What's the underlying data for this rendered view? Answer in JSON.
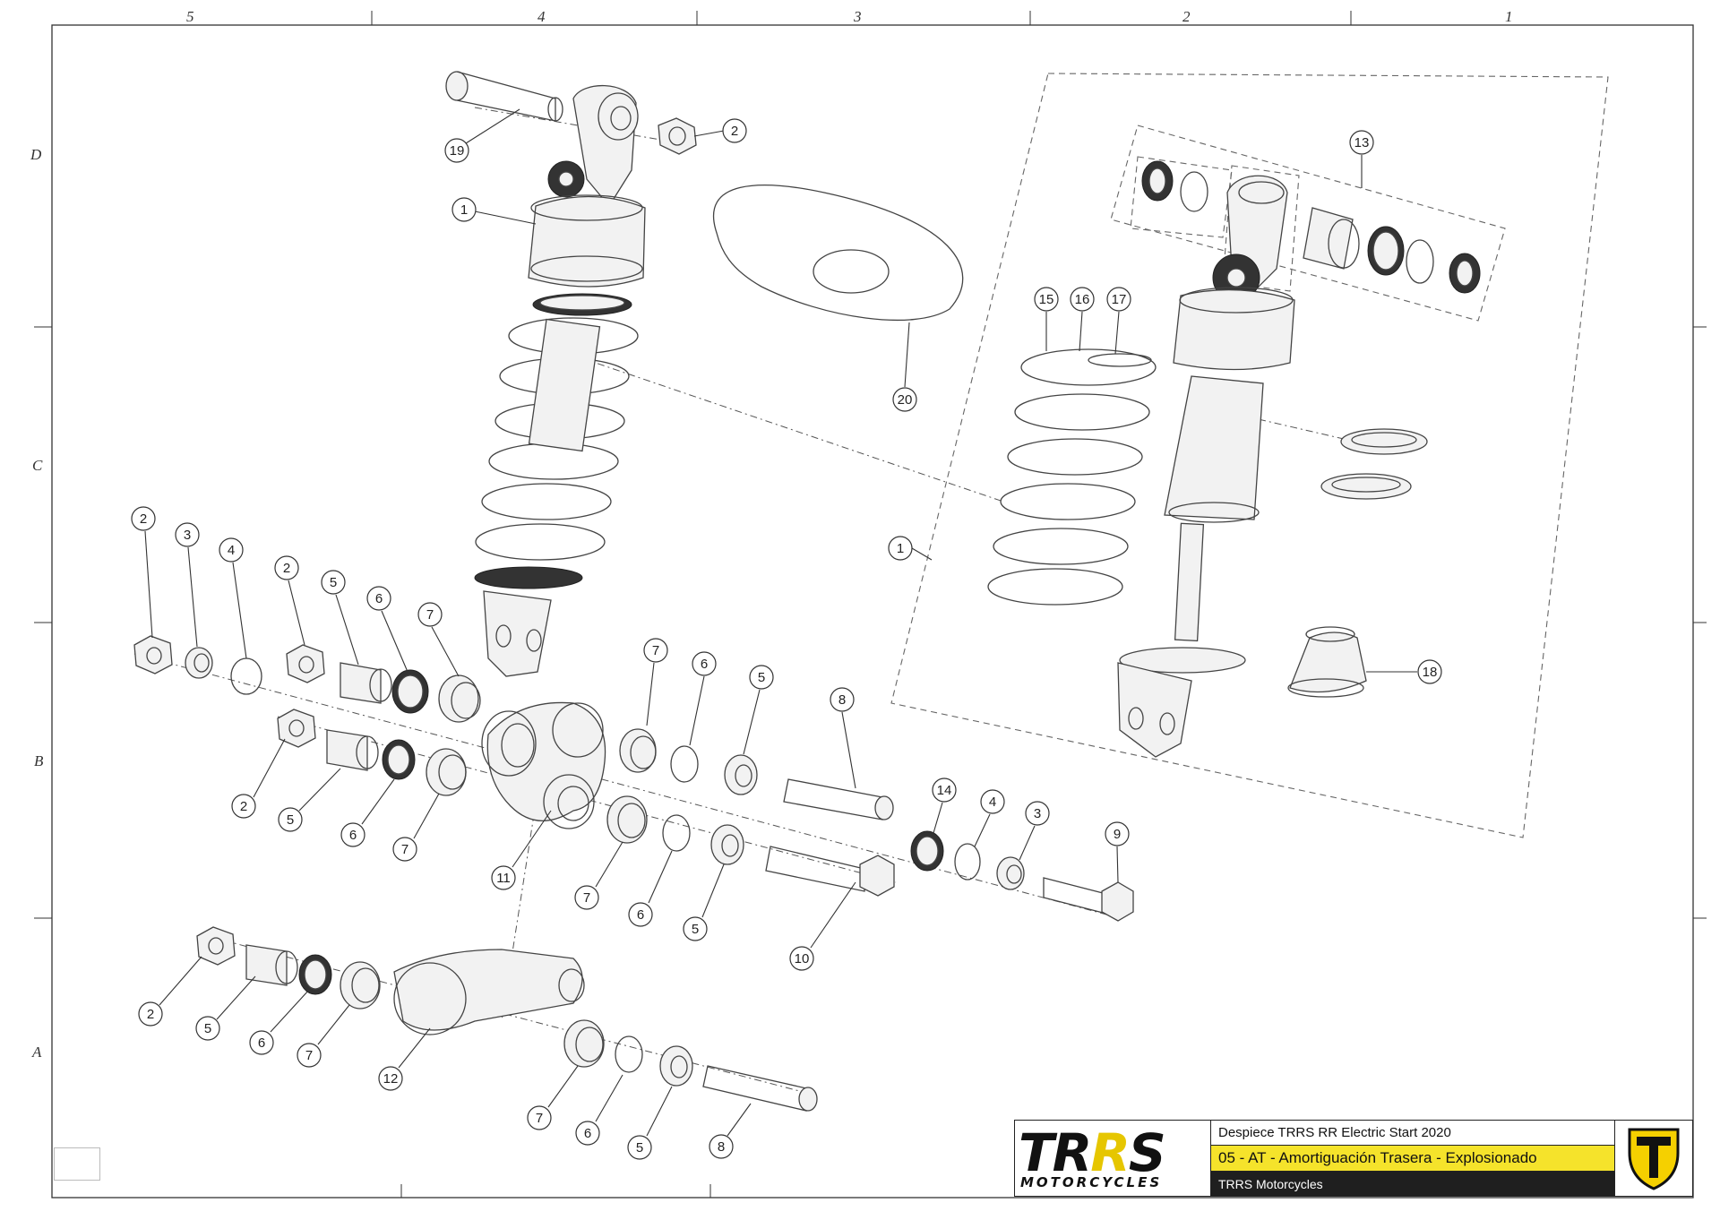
{
  "grid": {
    "columns": [
      "5",
      "4",
      "3",
      "2",
      "1"
    ],
    "rows": [
      "D",
      "C",
      "B",
      "A"
    ]
  },
  "callouts": [
    {
      "id": "c19",
      "label": "19"
    },
    {
      "id": "c2a",
      "label": "2"
    },
    {
      "id": "c1a",
      "label": "1"
    },
    {
      "id": "c20",
      "label": "20"
    },
    {
      "id": "c13",
      "label": "13"
    },
    {
      "id": "c15",
      "label": "15"
    },
    {
      "id": "c16",
      "label": "16"
    },
    {
      "id": "c17",
      "label": "17"
    },
    {
      "id": "c1b",
      "label": "1"
    },
    {
      "id": "c18",
      "label": "18"
    },
    {
      "id": "c2b",
      "label": "2"
    },
    {
      "id": "c3a",
      "label": "3"
    },
    {
      "id": "c4a",
      "label": "4"
    },
    {
      "id": "c2c",
      "label": "2"
    },
    {
      "id": "c5a",
      "label": "5"
    },
    {
      "id": "c6a",
      "label": "6"
    },
    {
      "id": "c7a",
      "label": "7"
    },
    {
      "id": "c7b",
      "label": "7"
    },
    {
      "id": "c6b",
      "label": "6"
    },
    {
      "id": "c5b",
      "label": "5"
    },
    {
      "id": "c8a",
      "label": "8"
    },
    {
      "id": "c2d",
      "label": "2"
    },
    {
      "id": "c5c",
      "label": "5"
    },
    {
      "id": "c6c",
      "label": "6"
    },
    {
      "id": "c7c",
      "label": "7"
    },
    {
      "id": "c11",
      "label": "11"
    },
    {
      "id": "c7d",
      "label": "7"
    },
    {
      "id": "c6d",
      "label": "6"
    },
    {
      "id": "c5d",
      "label": "5"
    },
    {
      "id": "c10",
      "label": "10"
    },
    {
      "id": "c14",
      "label": "14"
    },
    {
      "id": "c4b",
      "label": "4"
    },
    {
      "id": "c3b",
      "label": "3"
    },
    {
      "id": "c9",
      "label": "9"
    },
    {
      "id": "c2e",
      "label": "2"
    },
    {
      "id": "c5e",
      "label": "5"
    },
    {
      "id": "c6e",
      "label": "6"
    },
    {
      "id": "c7e",
      "label": "7"
    },
    {
      "id": "c12",
      "label": "12"
    },
    {
      "id": "c7f",
      "label": "7"
    },
    {
      "id": "c6f",
      "label": "6"
    },
    {
      "id": "c5f",
      "label": "5"
    },
    {
      "id": "c8b",
      "label": "8"
    }
  ],
  "title_block": {
    "logo_text_main_a": "TR",
    "logo_text_main_b": "R",
    "logo_text_main_c": "S",
    "logo_text_sub": "MOTORCYCLES",
    "row1": "Despiece TRRS RR Electric Start 2020",
    "row2": "05 - AT - Amortiguación Trasera - Explosionado",
    "row3": "TRRS Motorcycles"
  },
  "colors": {
    "accent_yellow": "#f5e32b",
    "logo_yellow": "#e6c600",
    "line": "#444444"
  }
}
